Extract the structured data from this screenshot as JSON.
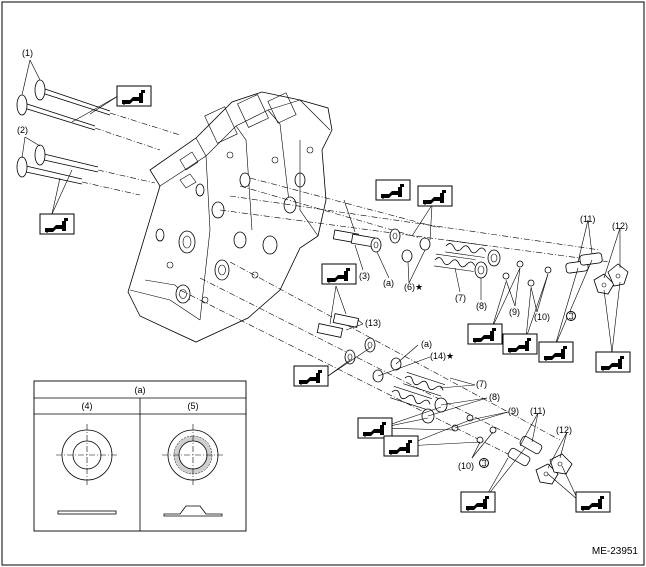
{
  "callouts": {
    "c1": "(1)",
    "c2": "(2)",
    "c3": "(3)",
    "ca_upper": "(a)",
    "c6": "(6)★",
    "c7_upper": "(7)",
    "c8_upper": "(8)",
    "c9_upper": "(9)",
    "c10_upper": "(10)",
    "c11_upper": "(11)",
    "c12_upper": "(12)",
    "c13": "(13)",
    "ca_lower": "(a)",
    "c14": "(14)★",
    "c7_lower": "(7)",
    "c8_lower": "(8)",
    "c9_lower": "(9)",
    "c10_lower": "(10)",
    "c11_lower": "(11)",
    "c12_lower": "(12)"
  },
  "inset": {
    "title": "(a)",
    "col_left": "(4)",
    "col_right": "(5)"
  },
  "figure_code": "ME-23951",
  "icons": {
    "oil_can": "oil-can-icon",
    "grease": "grease-icon"
  }
}
